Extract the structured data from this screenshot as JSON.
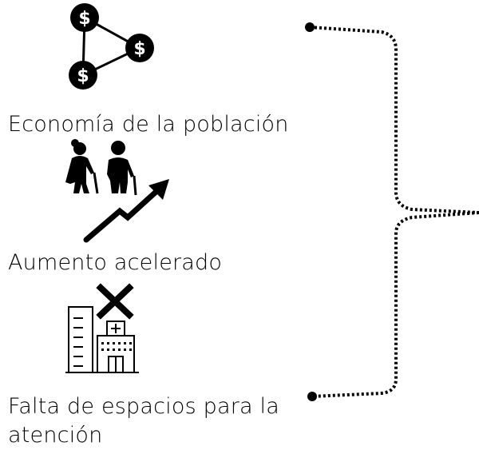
{
  "items": [
    {
      "label": "Economía de la población",
      "icon": "money-network-icon"
    },
    {
      "label": "Aumento acelerado",
      "icon": "elderly-growth-icon"
    },
    {
      "label": "Falta de espacios para la",
      "label_line2": "atención",
      "icon": "hospital-closed-icon"
    }
  ],
  "colors": {
    "ink": "#000000",
    "background": "#ffffff"
  }
}
